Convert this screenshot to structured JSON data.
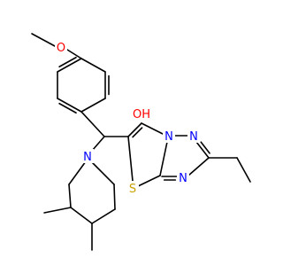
{
  "molecule": {
    "colors": {
      "bond": "#000000",
      "carbon": "#000000",
      "oxygen": "#ff0000",
      "nitrogen": "#0000ff",
      "sulfur": "#c8a000",
      "background": "#ffffff"
    },
    "labels": {
      "ether_oxygen": "O",
      "hydroxyl": "OH",
      "thiazole_n1": "N",
      "triazole_n2": "N",
      "triazole_n3": "N",
      "thiazole_s": "S",
      "piperidine_n": "N"
    }
  }
}
